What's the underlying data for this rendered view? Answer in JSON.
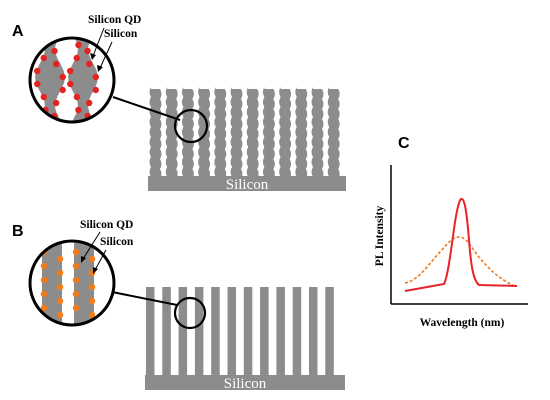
{
  "panels": {
    "a": {
      "letter": "A",
      "qd_label": "Silicon QD",
      "si_label": "Silicon",
      "base_label": "Silicon",
      "qd_color": "#e52421"
    },
    "b": {
      "letter": "B",
      "qd_label": "Silicon QD",
      "si_label": "Silicon",
      "base_label": "Silicon",
      "qd_color": "#f07b1a"
    },
    "c": {
      "letter": "C",
      "ylabel": "PL Intensity",
      "xlabel": "Wavelength (nm)"
    }
  },
  "colors": {
    "silicon": "#8c8c8c",
    "red_curve": "#e8232a",
    "orange_curve": "#f07b1a",
    "axis": "#000000"
  }
}
